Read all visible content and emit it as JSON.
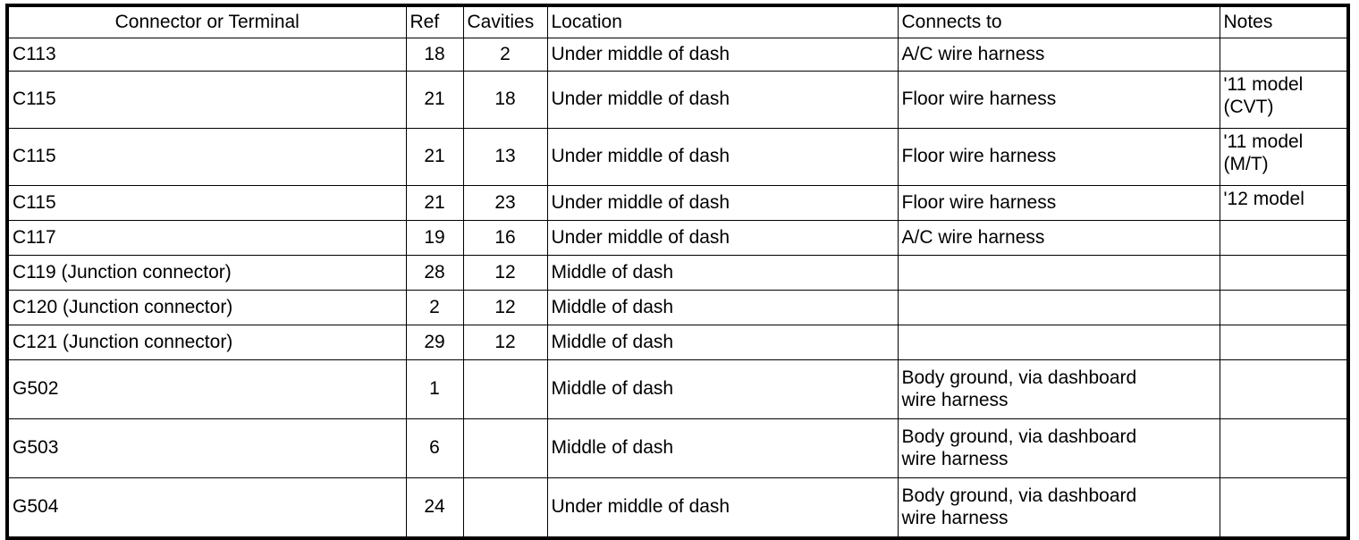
{
  "table": {
    "name": "connector-or-terminal-table",
    "columns": [
      {
        "key": "connector",
        "label": "Connector or Terminal",
        "align": "center"
      },
      {
        "key": "ref",
        "label": "Ref",
        "align": "center"
      },
      {
        "key": "cavities",
        "label": "Cavities",
        "align": "center"
      },
      {
        "key": "location",
        "label": "Location",
        "align": "center"
      },
      {
        "key": "connects_to",
        "label": "Connects to",
        "align": "center"
      },
      {
        "key": "notes",
        "label": "Notes",
        "align": "center"
      }
    ],
    "rows": [
      {
        "connector": "C113",
        "ref": "18",
        "cavities": "2",
        "location": "Under middle of dash",
        "connects_to": "A/C wire harness",
        "notes": ""
      },
      {
        "connector": "C115",
        "ref": "21",
        "cavities": "18",
        "location": "Under middle of dash",
        "connects_to": "Floor wire harness",
        "notes": "'11 model\n(CVT)"
      },
      {
        "connector": "C115",
        "ref": "21",
        "cavities": "13",
        "location": "Under middle of dash",
        "connects_to": "Floor wire harness",
        "notes": "'11 model\n(M/T)"
      },
      {
        "connector": "C115",
        "ref": "21",
        "cavities": "23",
        "location": "Under middle of dash",
        "connects_to": "Floor wire harness",
        "notes": "'12 model"
      },
      {
        "connector": "C117",
        "ref": "19",
        "cavities": "16",
        "location": "Under middle of dash",
        "connects_to": "A/C wire harness",
        "notes": ""
      },
      {
        "connector": "C119 (Junction connector)",
        "ref": "28",
        "cavities": "12",
        "location": "Middle of dash",
        "connects_to": "",
        "notes": ""
      },
      {
        "connector": "C120 (Junction connector)",
        "ref": "2",
        "cavities": "12",
        "location": "Middle of dash",
        "connects_to": "",
        "notes": ""
      },
      {
        "connector": "C121 (Junction connector)",
        "ref": "29",
        "cavities": "12",
        "location": "Middle of dash",
        "connects_to": "",
        "notes": ""
      },
      {
        "connector": "G502",
        "ref": "1",
        "cavities": "",
        "location": "Middle of dash",
        "connects_to": "Body ground, via dashboard\nwire harness",
        "notes": ""
      },
      {
        "connector": "G503",
        "ref": "6",
        "cavities": "",
        "location": "Middle of dash",
        "connects_to": "Body ground, via dashboard\nwire harness",
        "notes": ""
      },
      {
        "connector": "G504",
        "ref": "24",
        "cavities": "",
        "location": "Under middle of dash",
        "connects_to": "Body ground, via dashboard\nwire harness",
        "notes": ""
      }
    ],
    "row_styles": [
      "r-h33",
      "r-h60",
      "r-h60",
      "r-h35",
      "r-h35",
      "r-h35",
      "r-h35",
      "r-h35",
      "r-h62",
      "r-h62",
      "r-h62"
    ]
  },
  "colors": {
    "border": "#000000",
    "text": "#000000",
    "background": "#ffffff"
  }
}
